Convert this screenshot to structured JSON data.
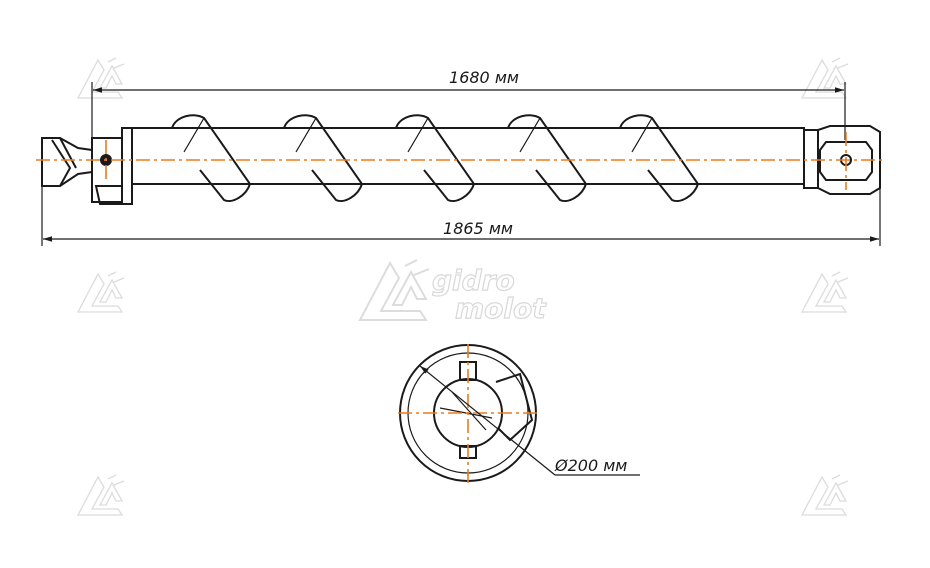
{
  "dimensions": {
    "auger_length_label": "1680 мм",
    "total_length_label": "1865 мм",
    "diameter_label": "Ø200 мм"
  },
  "watermark": {
    "brand_line1": "gidro",
    "brand_line2": "molot"
  },
  "colors": {
    "lines": "#1a1a1a",
    "center_axis": "#f07a1a",
    "watermark": "#dcdcdc",
    "background": "#ffffff"
  }
}
